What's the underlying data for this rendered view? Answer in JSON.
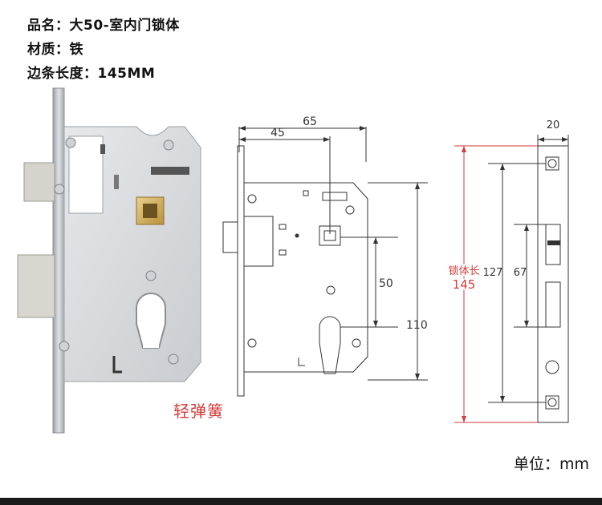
{
  "specs": [
    {
      "key": "品名：",
      "value": "大50-室内门锁体"
    },
    {
      "key": "材质：",
      "value": "铁"
    },
    {
      "key": "边条长度：",
      "value": "145MM"
    }
  ],
  "photo_note": "轻弹簧",
  "unit_label": "单位：mm",
  "front_view": {
    "dim_top_outer": "65",
    "dim_top_inner": "45",
    "dim_right_small": "50",
    "dim_right_large": "110"
  },
  "side_view": {
    "dim_width": "20",
    "dim_127": "127",
    "dim_67": "67",
    "body_length_label": "锁体长",
    "body_length_value": "145"
  },
  "colors": {
    "accent_red": "#d23b3b",
    "line": "#333333"
  }
}
